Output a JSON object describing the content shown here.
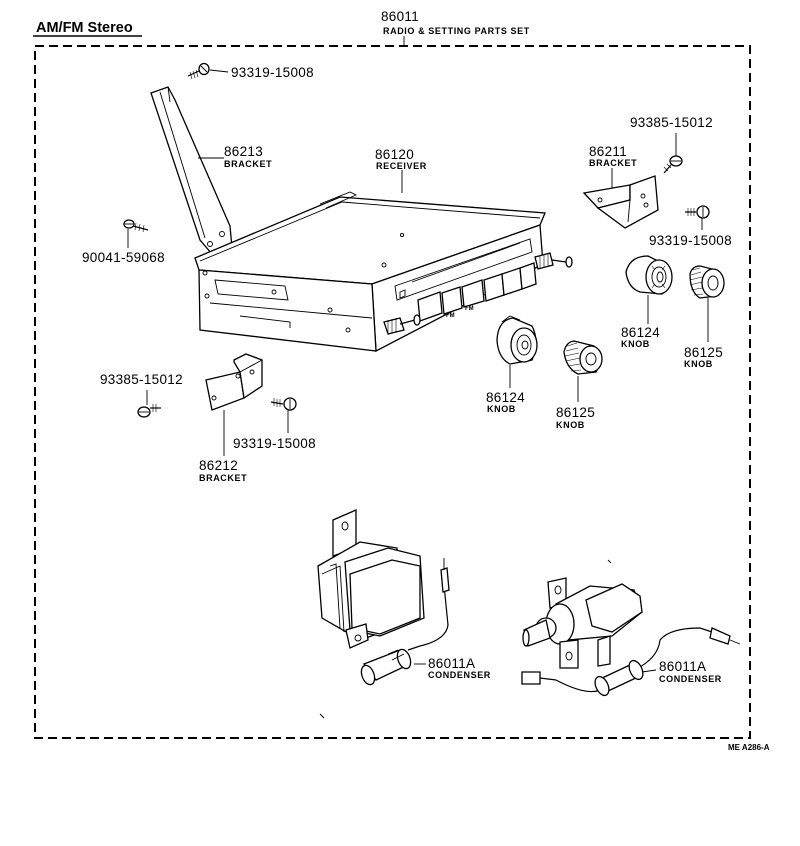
{
  "title": "AM/FM Stereo",
  "set": {
    "part_no": "86011",
    "desc": "RADIO & SETTING PARTS SET"
  },
  "parts": {
    "screw_top": {
      "part_no": "93319-15008"
    },
    "bracket_86213": {
      "part_no": "86213",
      "desc": "BRACKET"
    },
    "bolt_90041": {
      "part_no": "90041-59068"
    },
    "receiver": {
      "part_no": "86120",
      "desc": "RECEIVER"
    },
    "screw_93385_right": {
      "part_no": "93385-15012"
    },
    "bracket_86211": {
      "part_no": "86211",
      "desc": "BRACKET"
    },
    "screw_right": {
      "part_no": "93319-15008"
    },
    "knob_86124_right": {
      "part_no": "86124",
      "desc": "KNOB"
    },
    "knob_86125_right": {
      "part_no": "86125",
      "desc": "KNOB"
    },
    "knob_86124_center": {
      "part_no": "86124",
      "desc": "KNOB"
    },
    "knob_86125_center": {
      "part_no": "86125",
      "desc": "KNOB"
    },
    "screw_93385_left": {
      "part_no": "93385-15012"
    },
    "screw_left": {
      "part_no": "93319-15008"
    },
    "bracket_86212": {
      "part_no": "86212",
      "desc": "BRACKET"
    },
    "condenser_left": {
      "part_no": "86011A",
      "desc": "CONDENSER"
    },
    "condenser_right": {
      "part_no": "86011A",
      "desc": "CONDENSER"
    }
  },
  "receiver_buttons": [
    "FM",
    "FM"
  ],
  "figure_ref": "ME A286-A"
}
